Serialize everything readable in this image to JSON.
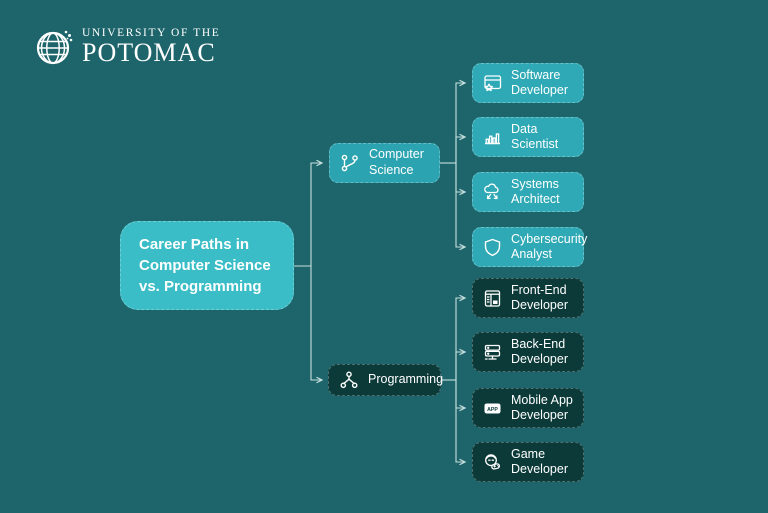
{
  "logo": {
    "line1": "UNIVERSITY OF THE",
    "line2": "POTOMAC",
    "icon": "globe-icon"
  },
  "root": {
    "label": "Career Paths in Computer Science vs. Programming"
  },
  "branches": [
    {
      "label": "Computer Science",
      "icon": "git-branch-icon",
      "theme": "light",
      "children": [
        {
          "label": "Software Developer",
          "icon": "browser-star-icon"
        },
        {
          "label": "Data Scientist",
          "icon": "bar-chart-icon"
        },
        {
          "label": "Systems Architect",
          "icon": "cloud-network-icon"
        },
        {
          "label": "Cybersecurity Analyst",
          "icon": "shield-icon"
        }
      ]
    },
    {
      "label": "Programming",
      "icon": "hierarchy-icon",
      "theme": "dark",
      "children": [
        {
          "label": "Front-End Developer",
          "icon": "browser-layout-icon"
        },
        {
          "label": "Back-End Developer",
          "icon": "server-icon"
        },
        {
          "label": "Mobile App Developer",
          "icon": "app-badge-icon"
        },
        {
          "label": "Game Developer",
          "icon": "game-controller-icon"
        }
      ]
    }
  ],
  "mobile_app_icon_text": "APP",
  "colors": {
    "bg": "#1d656b",
    "main": "#3abdc6",
    "branch-light": "#2ca3b0",
    "leaf-light": "#2fa9b5",
    "dark": "#0c3a39",
    "line": "#c8dfde",
    "text": "#ffffff"
  }
}
